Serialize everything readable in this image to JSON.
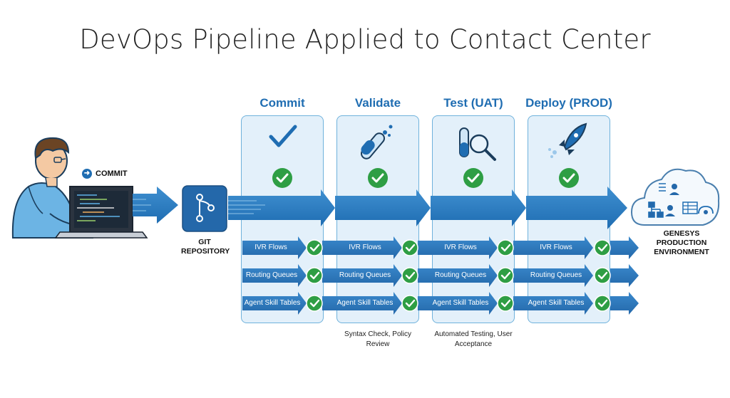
{
  "title": "DevOps Pipeline Applied to Contact Center",
  "stages": [
    {
      "label": "Commit"
    },
    {
      "label": "Validate"
    },
    {
      "label": "Test (UAT)"
    },
    {
      "label": "Deploy (PROD)"
    }
  ],
  "rows": [
    {
      "label": "IVR Flows"
    },
    {
      "label": "Routing Queues"
    },
    {
      "label": "Agent Skill Tables"
    }
  ],
  "commit_tag": "COMMIT",
  "git_label": "GIT REPOSITORY",
  "genesys_label": "GENESYS PRODUCTION ENVIRONMENT",
  "validate_note": "Syntax Check, Policy Review",
  "test_note": "Automated Testing, User Acceptance",
  "colors": {
    "primary": "#1f6db2",
    "light": "#e3f0fa",
    "border": "#6fb2dc",
    "check": "#2e9e44",
    "arrow": "#2f7fc4"
  }
}
